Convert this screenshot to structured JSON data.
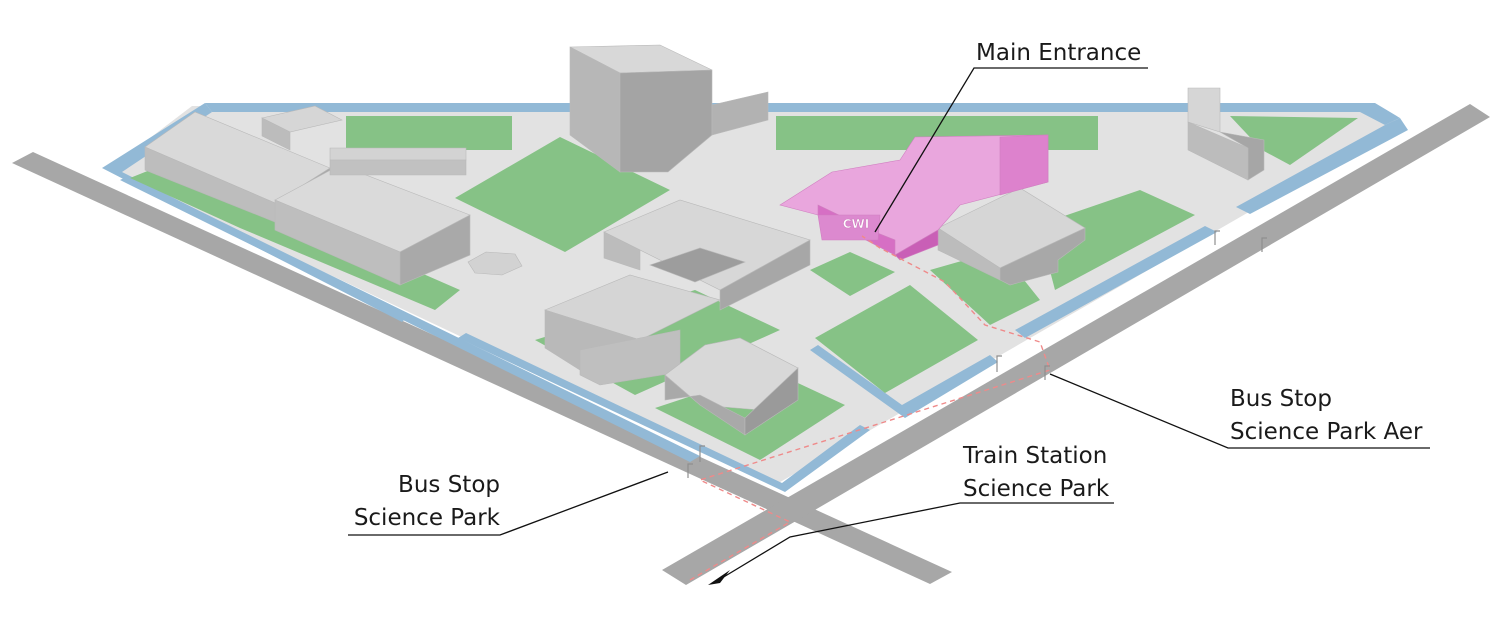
{
  "labels": {
    "main_entrance": {
      "line1": "Main Entrance"
    },
    "bus_stop_aer": {
      "line1": "Bus Stop",
      "line2": "Science Park Aer"
    },
    "train_station": {
      "line1": "Train Station",
      "line2": "Science Park"
    },
    "bus_stop_sp": {
      "line1": "Bus Stop",
      "line2": "Science Park"
    }
  },
  "building_sign": "CWI",
  "colors": {
    "road": "#a8a8a8",
    "ground": "#e3e3e3",
    "grass": "#86c286",
    "water": "#92b9d6",
    "building": "#cbcbcb",
    "highlight": "#e596d6",
    "route": "#ef8a8a"
  },
  "icons": {
    "bus_stop_sign": "bus-stop-sign-icon",
    "direction_arrow": "arrow-icon"
  }
}
